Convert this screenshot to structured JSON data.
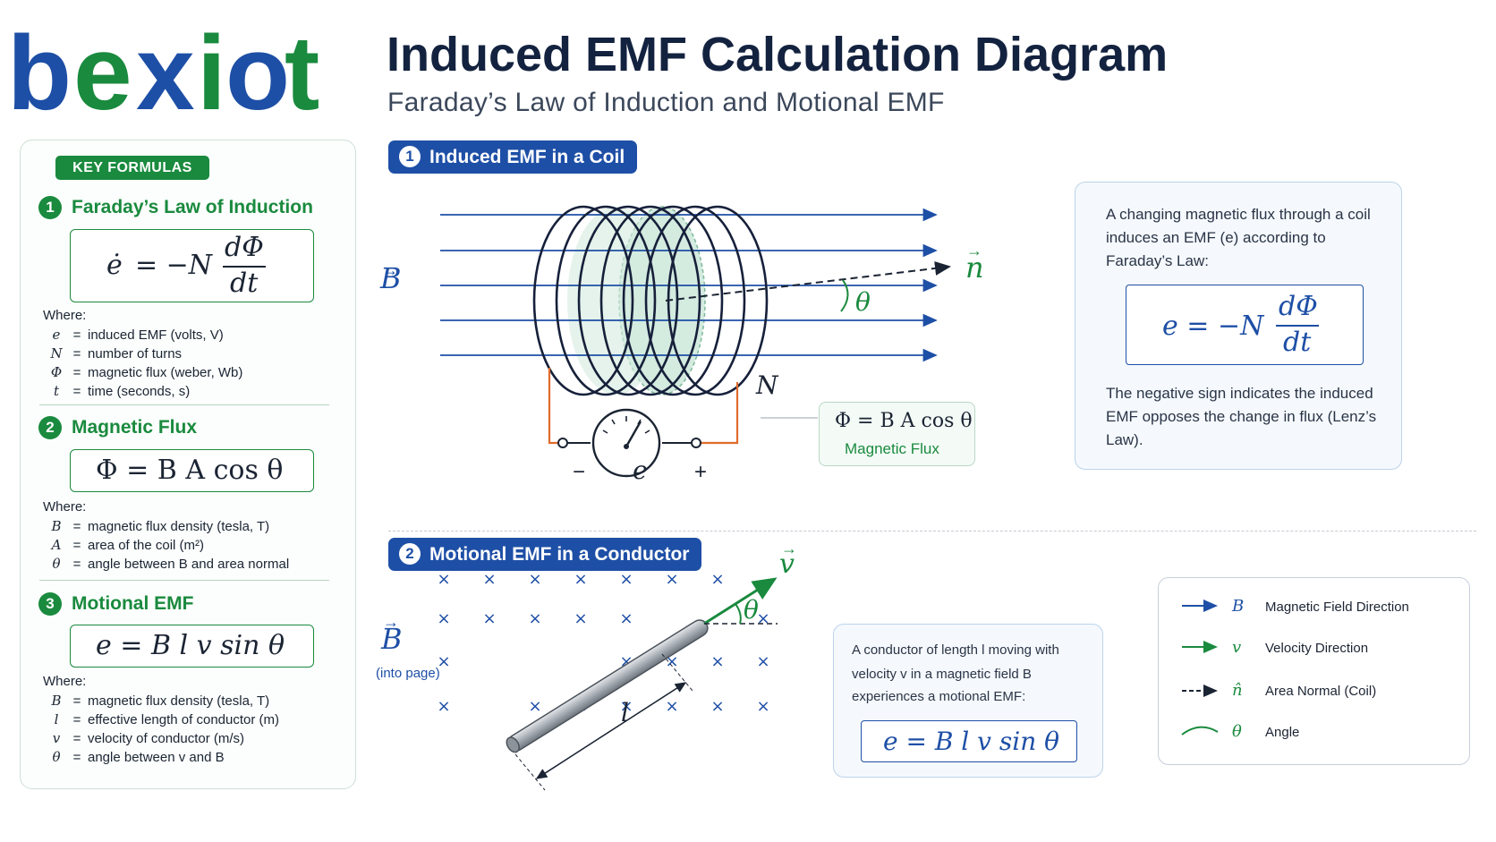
{
  "logo": {
    "text": "bexiot",
    "colors": {
      "blue": "#1e4fa6",
      "green": "#1a8a3e"
    }
  },
  "title": "Induced EMF Calculation Diagram",
  "subtitle": "Faraday’s Law of Induction and Motional EMF",
  "key_formulas": {
    "badge": "KEY FORMULAS",
    "sections": [
      {
        "num": "1",
        "heading": "Faraday’s Law of Induction",
        "formula_lhs": "ė",
        "formula_mid": "= −N",
        "frac_num": "dΦ",
        "frac_den": "dt",
        "where": "Where:",
        "defs": [
          {
            "sym": "e",
            "eq": "=",
            "text": "induced EMF (volts, V)"
          },
          {
            "sym": "N",
            "eq": "=",
            "text": "number of turns"
          },
          {
            "sym": "Φ",
            "eq": "=",
            "text": "magnetic flux (weber, Wb)"
          },
          {
            "sym": "t",
            "eq": "=",
            "text": "time (seconds, s)"
          }
        ]
      },
      {
        "num": "2",
        "heading": "Magnetic Flux",
        "formula": "Φ = B A cos θ",
        "where": "Where:",
        "defs": [
          {
            "sym": "B",
            "eq": "=",
            "text": "magnetic flux density (tesla, T)"
          },
          {
            "sym": "A",
            "eq": "=",
            "text": "area of the coil (m²)"
          },
          {
            "sym": "θ",
            "eq": "=",
            "text": "angle between B and area normal"
          }
        ]
      },
      {
        "num": "3",
        "heading": "Motional EMF",
        "formula": "e = B l v sin θ",
        "where": "Where:",
        "defs": [
          {
            "sym": "B",
            "eq": "=",
            "text": "magnetic flux density (tesla, T)"
          },
          {
            "sym": "l",
            "eq": "=",
            "text": "effective length of conductor (m)"
          },
          {
            "sym": "v",
            "eq": "=",
            "text": "velocity of conductor (m/s)"
          },
          {
            "sym": "θ",
            "eq": "=",
            "text": "angle between v and B"
          }
        ]
      }
    ]
  },
  "section1": {
    "num": "1",
    "title": "Induced EMF in a Coil",
    "labels": {
      "B": "B",
      "n": "n",
      "theta": "θ",
      "N": "N",
      "e": "e",
      "minus": "−",
      "plus": "+"
    },
    "flux_formula": "Φ = B A cos θ",
    "flux_caption": "Magnetic Flux",
    "info": {
      "text1": "A changing magnetic flux through a coil induces an EMF (e) according to Faraday’s Law:",
      "formula_mid": "e = −N",
      "frac_num": "dΦ",
      "frac_den": "dt",
      "text2": "The negative sign indicates the induced EMF opposes the change in flux (Lenz’s Law)."
    }
  },
  "section2": {
    "num": "2",
    "title": "Motional EMF in a Conductor",
    "labels": {
      "B": "B",
      "into_page": "(into page)",
      "v": "v",
      "theta": "θ",
      "l": "l",
      "x": "×"
    },
    "info": {
      "line1": "A conductor of length l moving with",
      "line2": "velocity v in a magnetic field B",
      "line3": "experiences a motional EMF:",
      "formula": "e = B l v sin θ"
    }
  },
  "legend": [
    {
      "icon": "blue-arrow-icon",
      "sym": "B",
      "label": "Magnetic Field Direction"
    },
    {
      "icon": "green-arrow-icon",
      "sym": "v",
      "label": "Velocity Direction"
    },
    {
      "icon": "dashed-arrow-icon",
      "sym": "n̂",
      "label": "Area Normal (Coil)"
    },
    {
      "icon": "arc-icon",
      "sym": "θ",
      "label": "Angle"
    }
  ]
}
